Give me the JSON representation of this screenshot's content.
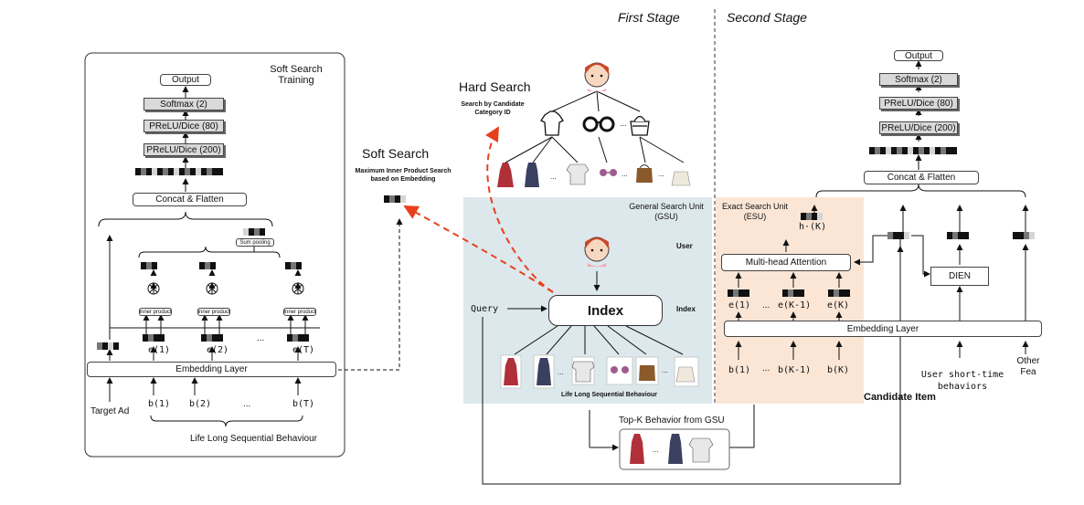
{
  "stages": {
    "first": "First Stage",
    "second": "Second Stage"
  },
  "left": {
    "title": "Soft Search Training",
    "output": "Output",
    "softmax": "Softmax (2)",
    "prelu80": "PReLU/Dice (80)",
    "prelu200": "PReLU/Dice (200)",
    "concat": "Concat & Flatten",
    "sum_pooling": "Sum pooling",
    "inner_product": "Inner product",
    "e1": "e(1)",
    "e2": "e(2)",
    "eT": "e(T)",
    "dots": "...",
    "embedding": "Embedding Layer",
    "b1": "b(1)",
    "b2": "b(2)",
    "bT": "b(T)",
    "target_ad": "Target Ad",
    "lifelong": "Life Long Sequential Behaviour"
  },
  "soft_search": {
    "title": "Soft Search",
    "subtitle": "Maximum Inner Product Search based on Embedding"
  },
  "hard_search": {
    "title": "Hard Search",
    "subtitle": "Search by Candidate Category ID"
  },
  "gsu": {
    "title": "General Search Unit (GSU)",
    "user": "User",
    "index_label": "Index",
    "index_box": "Index",
    "query": "Query",
    "lifelong": "Life Long Sequential Behaviour",
    "topk": "Top-K Behavior from GSU",
    "dots": "..."
  },
  "esu": {
    "title": "Exact Search Unit (ESU)",
    "hk": "h·(K)",
    "mha": "Multi-head Attention",
    "e1": "e(1)",
    "dots": "...",
    "eK1": "e(K-1)",
    "eK": "e(K)",
    "b1": "b(1)",
    "bK1": "b(K-1)",
    "bK": "b(K)"
  },
  "right": {
    "output": "Output",
    "softmax": "Softmax (2)",
    "prelu80": "PReLU/Dice (80)",
    "prelu200": "PReLU/Dice (200)",
    "concat": "Concat & Flatten",
    "dien": "DIEN",
    "embedding": "Embedding Layer",
    "user_short": "User short-time behaviors",
    "other_fea": "Other Fea",
    "candidate": "Candidate Item"
  },
  "colors": {
    "gsu_bg": "#dde8ec",
    "esu_bg": "#fbe6d6",
    "arrow_red": "#e8401c"
  },
  "icons": [
    "user-avatar-icon",
    "tshirt-icon",
    "glasses-icon",
    "handbag-icon",
    "dress-icon",
    "shirt-icon",
    "sunglasses-icon",
    "bag-icon"
  ]
}
